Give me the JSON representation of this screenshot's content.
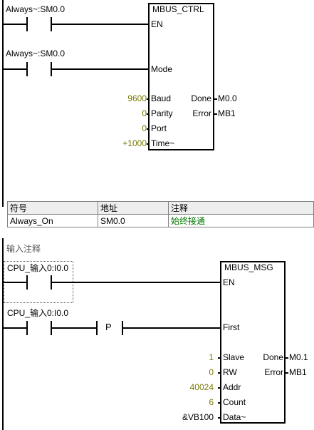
{
  "network1": {
    "contact1": "Always~:SM0.0",
    "contact2": "Always~:SM0.0",
    "block": {
      "title": "MBUS_CTRL",
      "en": "EN",
      "mode": "Mode",
      "inputs": [
        {
          "value": "9600",
          "name": "Baud"
        },
        {
          "value": "0",
          "name": "Parity"
        },
        {
          "value": "0",
          "name": "Port"
        },
        {
          "value": "+1000",
          "name": "Time~"
        }
      ],
      "outputs": [
        {
          "name": "Done",
          "value": "M0.0"
        },
        {
          "name": "Error",
          "value": "MB1"
        }
      ]
    },
    "symbol_table": {
      "headers": [
        "符号",
        "地址",
        "注释"
      ],
      "rows": [
        [
          "Always_On",
          "SM0.0",
          "始终接通"
        ]
      ]
    }
  },
  "network2": {
    "comment": "输入注释",
    "contact1": "CPU_输入0:I0.0",
    "contact2": "CPU_输入0:I0.0",
    "p_label": "P",
    "block": {
      "title": "MBUS_MSG",
      "en": "EN",
      "first": "First",
      "inputs": [
        {
          "value": "1",
          "name": "Slave"
        },
        {
          "value": "0",
          "name": "RW"
        },
        {
          "value": "40024",
          "name": "Addr"
        },
        {
          "value": "6",
          "name": "Count"
        },
        {
          "value": "&VB100",
          "name": "Data~"
        }
      ],
      "outputs": [
        {
          "name": "Done",
          "value": "M0.1"
        },
        {
          "name": "Error",
          "value": "MB1"
        }
      ]
    }
  },
  "colors": {
    "value_color": "#7a7a00",
    "comment_color": "#007a00"
  }
}
